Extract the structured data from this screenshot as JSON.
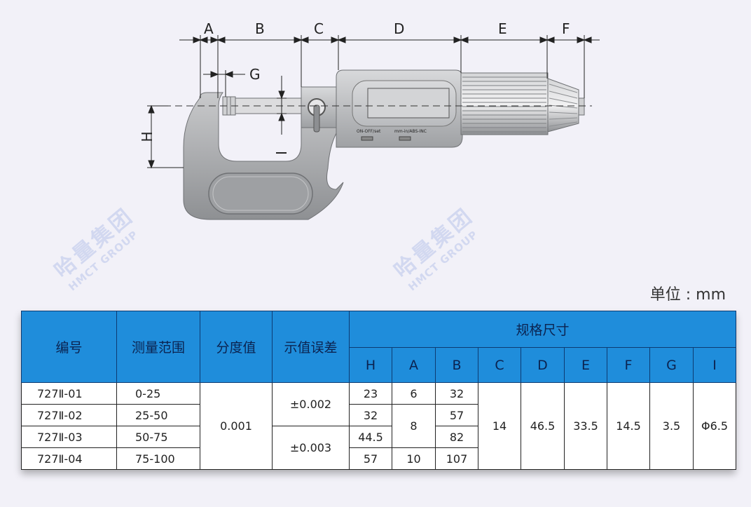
{
  "diagram": {
    "dimension_letters": {
      "A": "A",
      "B": "B",
      "C": "C",
      "D": "D",
      "E": "E",
      "F": "F",
      "G": "G",
      "H": "H",
      "I": "I"
    },
    "button_labels": [
      "ON-OFF/set",
      "mm-in/ABS-INC"
    ]
  },
  "watermark": {
    "cn": "哈量集团",
    "en": "HMCT GROUP"
  },
  "unit_label": "单位 : mm",
  "table": {
    "headers": {
      "model": "编号",
      "range": "测量范围",
      "resolution": "分度值",
      "error": "示值误差",
      "spec": "规格尺寸",
      "dims": [
        "H",
        "A",
        "B",
        "C",
        "D",
        "E",
        "F",
        "G",
        "I"
      ]
    },
    "rows": [
      {
        "model": "727Ⅱ-01",
        "range": "0-25",
        "H": "23",
        "A": "6",
        "B": "32"
      },
      {
        "model": "727Ⅱ-02",
        "range": "25-50",
        "H": "32",
        "B": "57"
      },
      {
        "model": "727Ⅱ-03",
        "range": "50-75",
        "H": "44.5",
        "B": "82"
      },
      {
        "model": "727Ⅱ-04",
        "range": "75-100",
        "H": "57",
        "A": "10",
        "B": "107"
      }
    ],
    "merged": {
      "resolution": "0.001",
      "error_1": "±0.002",
      "error_2": "±0.003",
      "A_mid": "8",
      "C": "14",
      "D": "46.5",
      "E": "33.5",
      "F": "14.5",
      "G": "3.5",
      "I": "Φ6.5"
    }
  }
}
